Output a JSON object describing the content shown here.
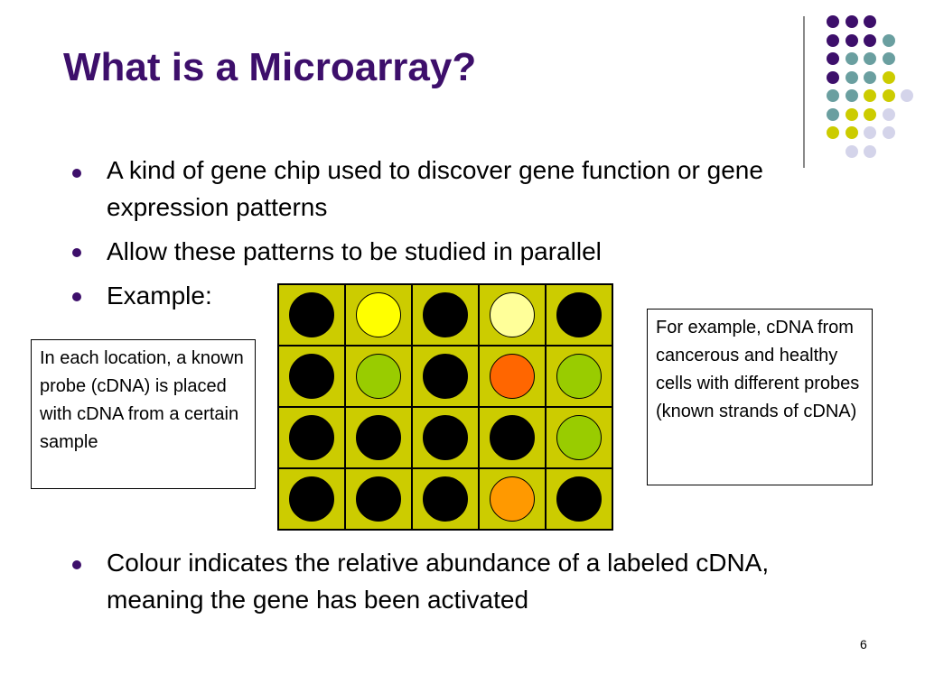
{
  "slide": {
    "title": "What is a Microarray?",
    "slide_number": "6",
    "bullets": [
      "A kind of gene chip used to discover gene function or gene expression patterns",
      "Allow these patterns to be studied in parallel",
      "Example:",
      "Colour indicates the relative abundance of a labeled cDNA, meaning the gene has been activated"
    ],
    "left_note": "In each location, a known probe (cDNA) is placed with cDNA from a certain sample",
    "right_note": "For example, cDNA from cancerous and healthy cells with different probes (known strands of cDNA)"
  },
  "microarray": {
    "rows": 4,
    "cols": 5,
    "cell_background": "#cccc00",
    "spots": [
      [
        "black",
        "yellow",
        "black",
        "pale-yellow",
        "black"
      ],
      [
        "black",
        "green",
        "black",
        "red-orange",
        "green"
      ],
      [
        "black",
        "black",
        "black",
        "black",
        "green"
      ],
      [
        "black",
        "black",
        "black",
        "orange",
        "black"
      ]
    ],
    "spot_colors": {
      "black": "#000000",
      "yellow": "#ffff00",
      "pale-yellow": "#ffff99",
      "green": "#99cc00",
      "red-orange": "#ff6600",
      "orange": "#ff9900"
    }
  },
  "decoration": {
    "dot_rows": [
      [
        "purple",
        "purple",
        "purple"
      ],
      [
        "purple",
        "purple",
        "purple",
        "teal"
      ],
      [
        "purple",
        "teal",
        "teal",
        "teal"
      ],
      [
        "purple",
        "teal",
        "teal",
        "lime"
      ],
      [
        "teal",
        "teal",
        "lime",
        "lime",
        "lavender"
      ],
      [
        "teal",
        "lime",
        "lime",
        "lavender"
      ],
      [
        "lime",
        "lime",
        "lavender",
        "lavender"
      ],
      [
        "lavender",
        "lavender"
      ]
    ]
  },
  "colors": {
    "title": "#3d0f6b",
    "bullet": "#3d0f6b",
    "purple": "#3d0f6b",
    "teal": "#6a9fa0",
    "lime": "#cccc00",
    "lavender": "#d4d4ea"
  }
}
